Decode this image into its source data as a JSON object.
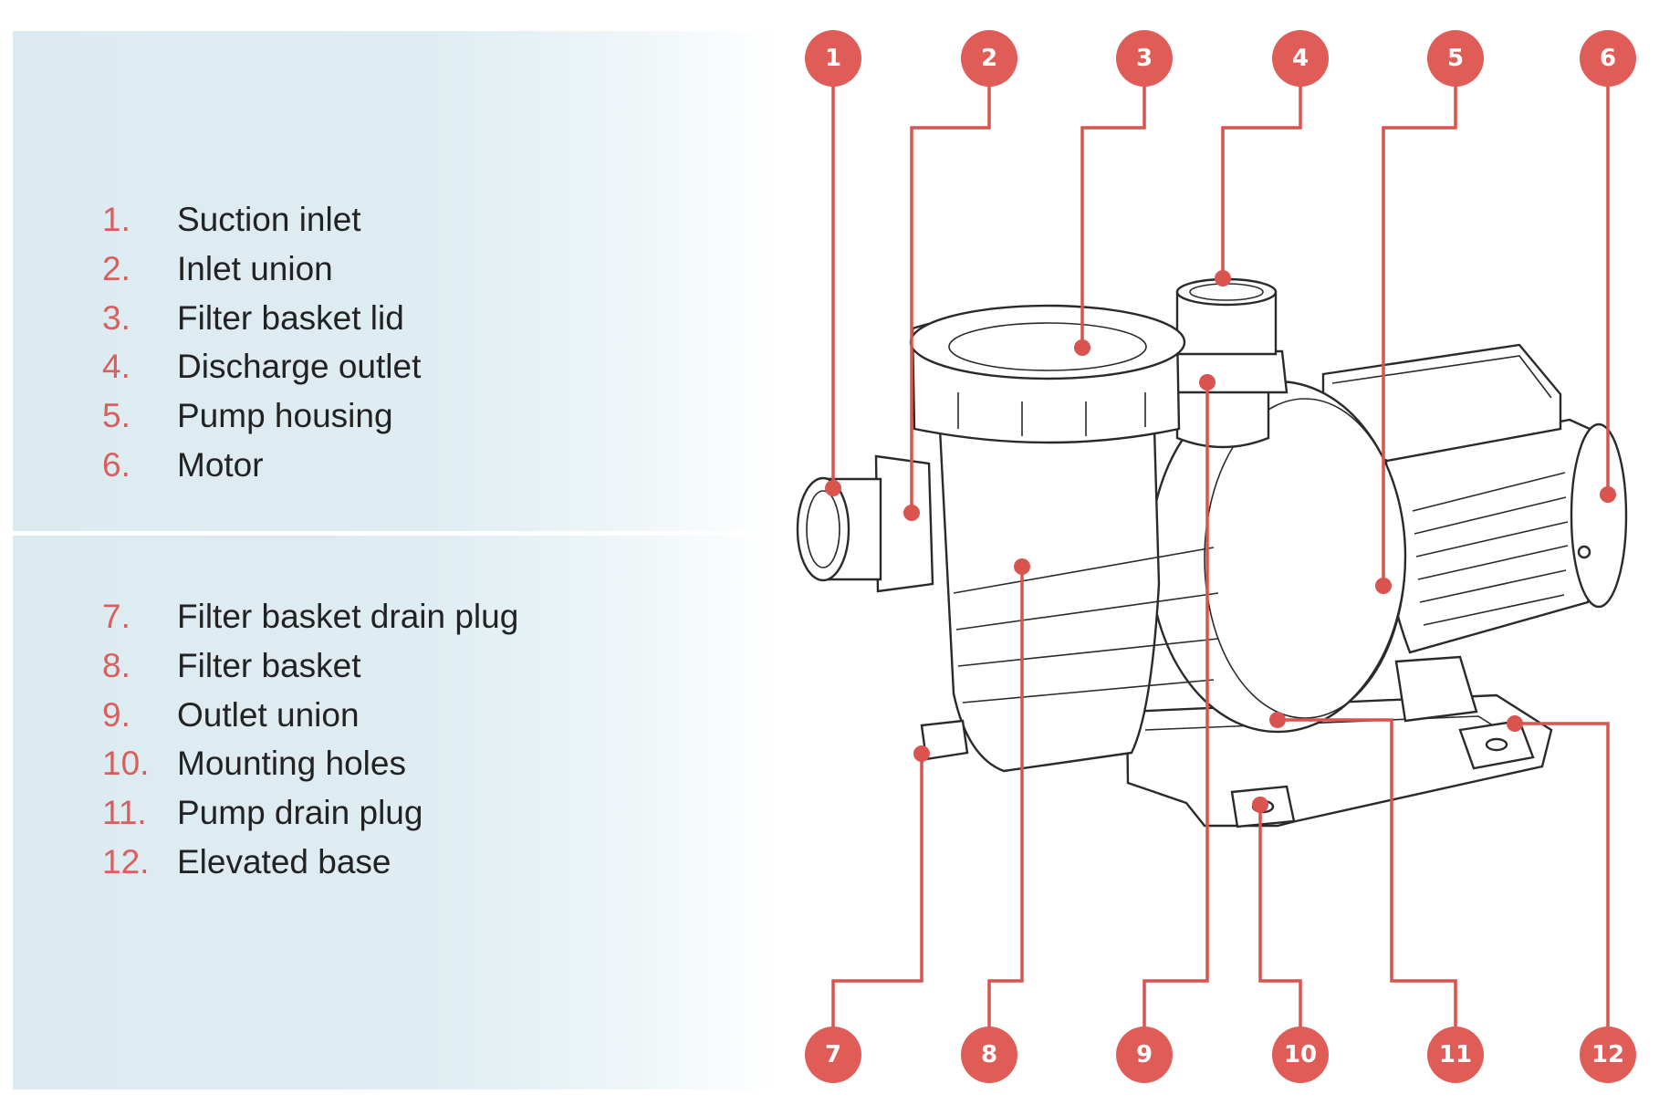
{
  "legend": {
    "top": [
      {
        "num": "1.",
        "text": "Suction inlet"
      },
      {
        "num": "2.",
        "text": "Inlet union"
      },
      {
        "num": "3.",
        "text": "Filter basket lid"
      },
      {
        "num": "4.",
        "text": "Discharge outlet"
      },
      {
        "num": "5.",
        "text": "Pump housing"
      },
      {
        "num": "6.",
        "text": "Motor"
      }
    ],
    "bottom": [
      {
        "num": "7.",
        "text": "Filter basket drain plug"
      },
      {
        "num": "8.",
        "text": "Filter basket"
      },
      {
        "num": "9.",
        "text": "Outlet union"
      },
      {
        "num": "10.",
        "text": "Mounting holes"
      },
      {
        "num": "11.",
        "text": "Pump drain plug"
      },
      {
        "num": "12.",
        "text": "Elevated base"
      }
    ]
  },
  "badges": {
    "top": [
      "1",
      "2",
      "3",
      "4",
      "5",
      "6"
    ],
    "bottom": [
      "7",
      "8",
      "9",
      "10",
      "11",
      "12"
    ]
  },
  "colors": {
    "accent": "#e05c57",
    "legend_number": "#d95f5f",
    "panel": "#dcebf1"
  }
}
